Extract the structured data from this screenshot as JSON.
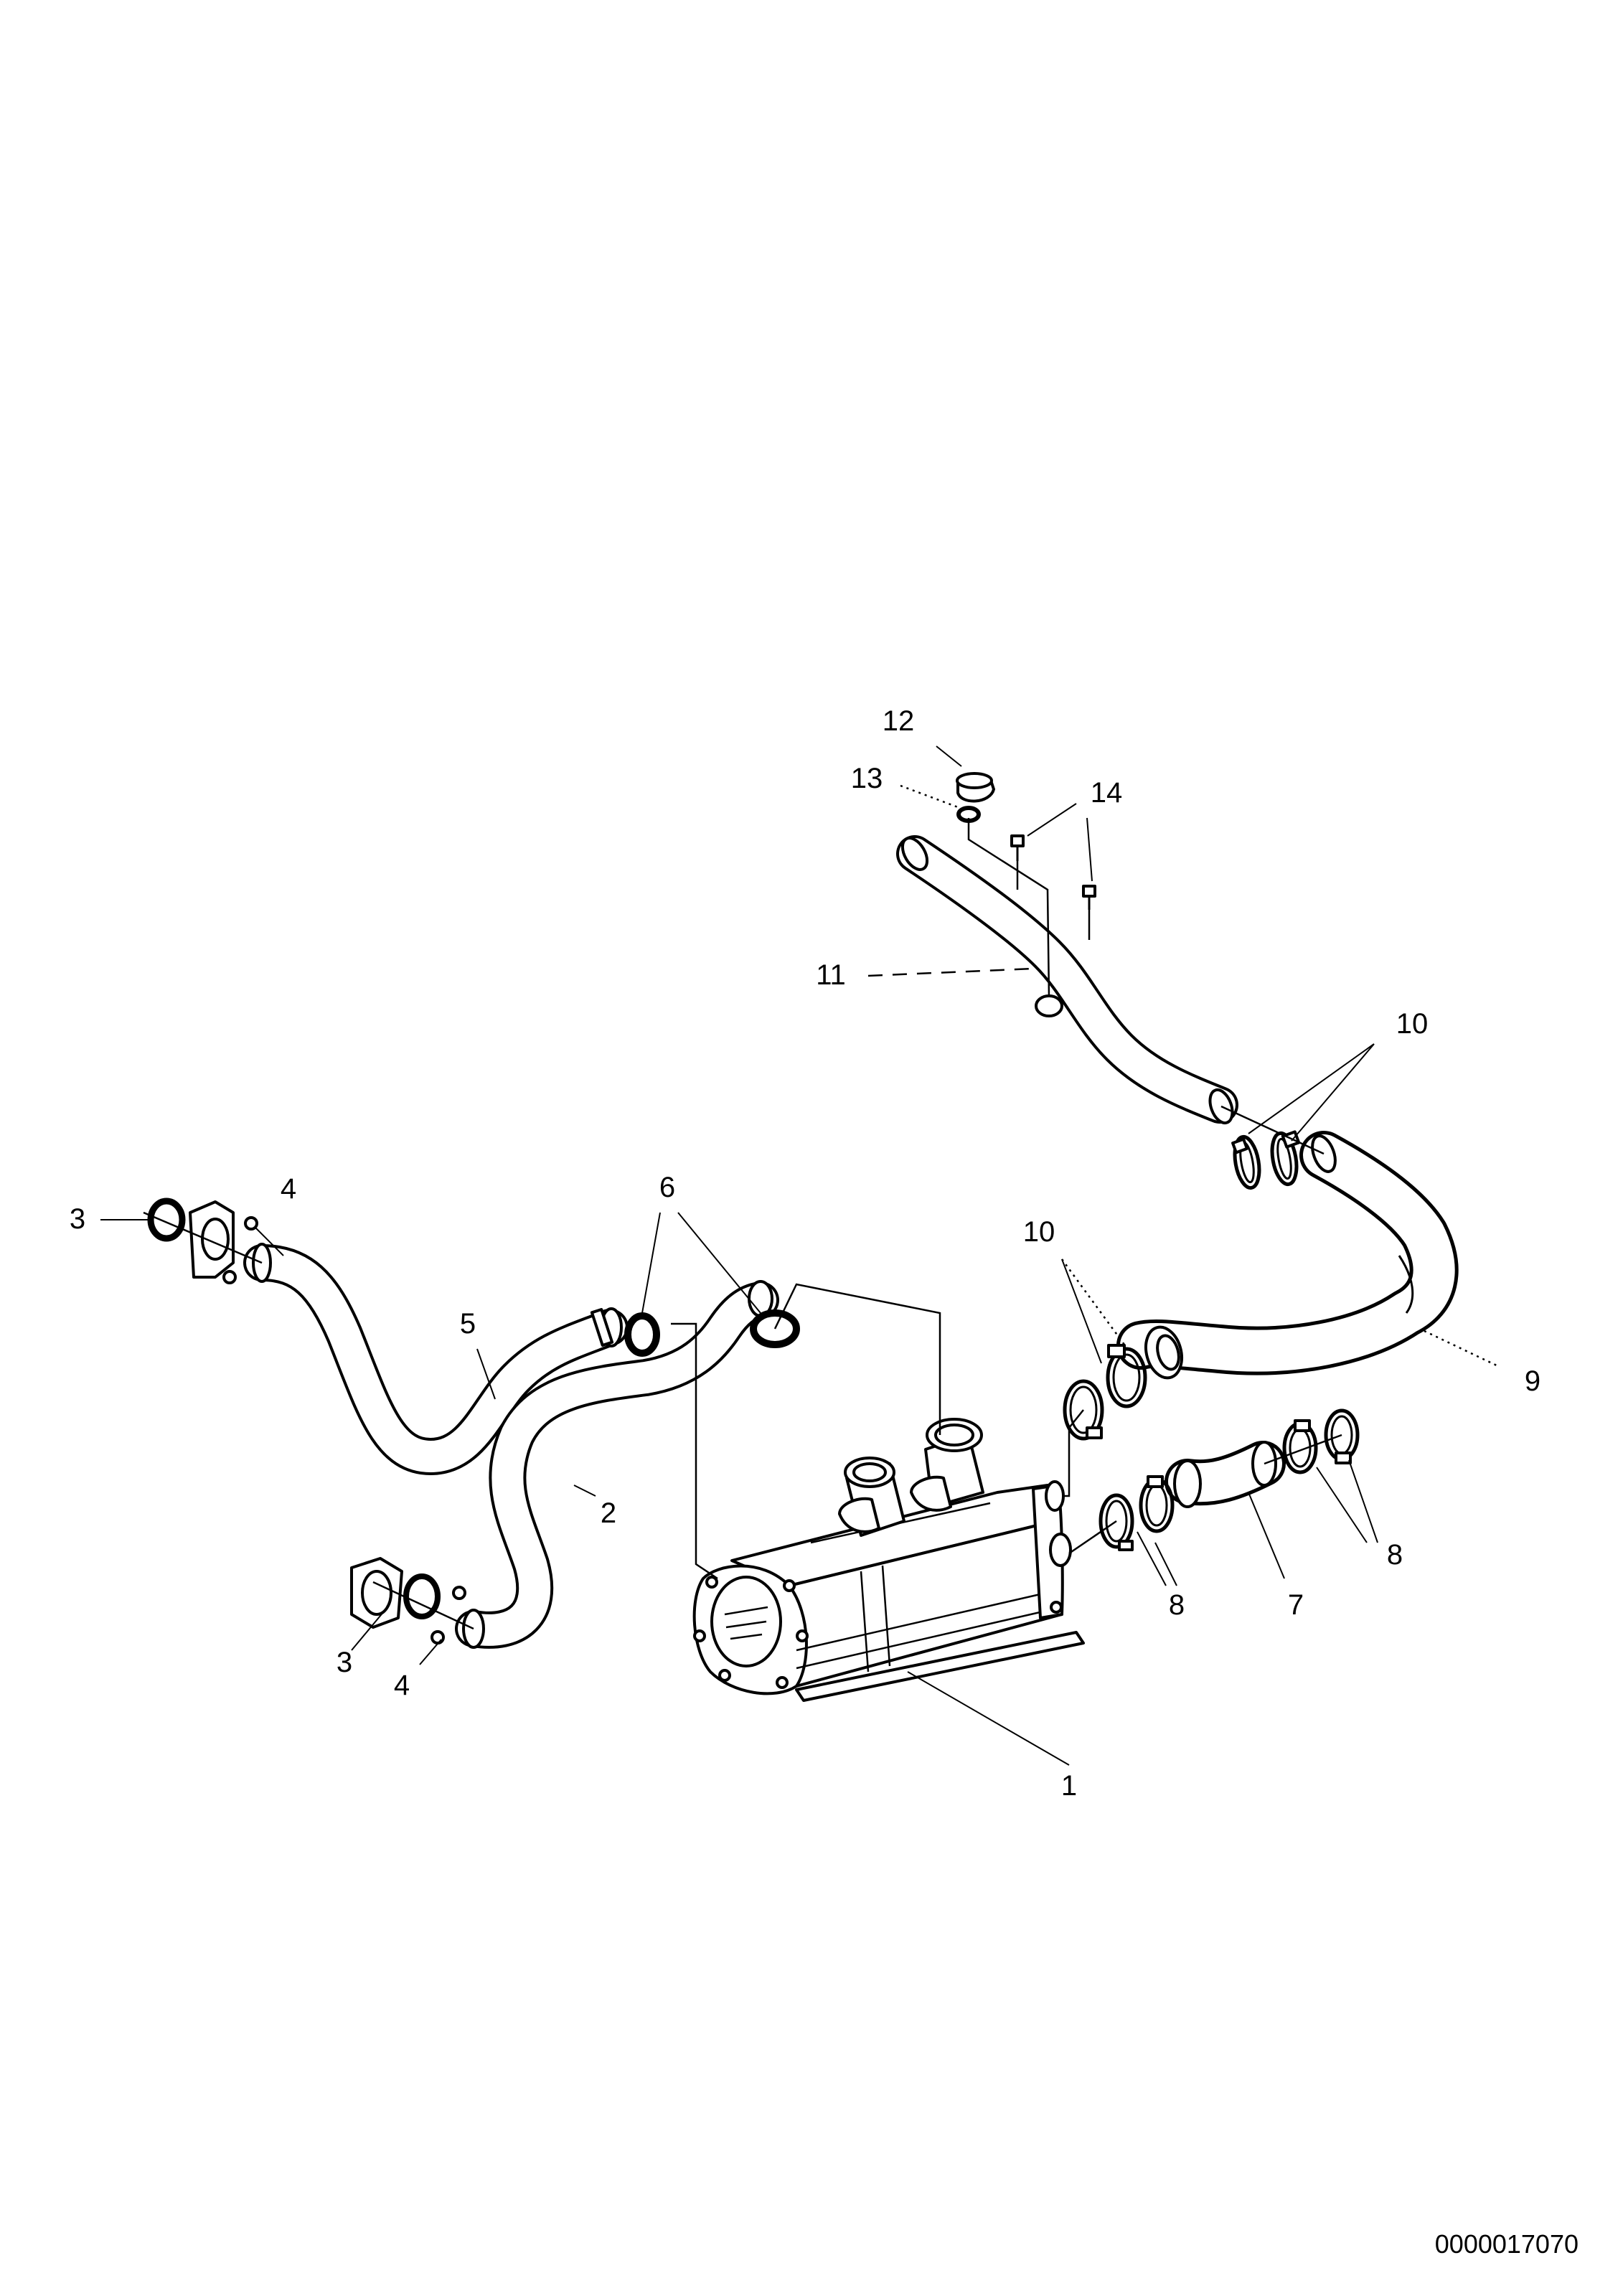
{
  "document_number": "0000017070",
  "callouts": {
    "c1": "1",
    "c2": "2",
    "c3a": "3",
    "c3b": "3",
    "c4a": "4",
    "c4b": "4",
    "c5": "5",
    "c6": "6",
    "c7": "7",
    "c8a": "8",
    "c8b": "8",
    "c9": "9",
    "c10a": "10",
    "c10b": "10",
    "c11": "11",
    "c12": "12",
    "c13": "13",
    "c14": "14"
  }
}
